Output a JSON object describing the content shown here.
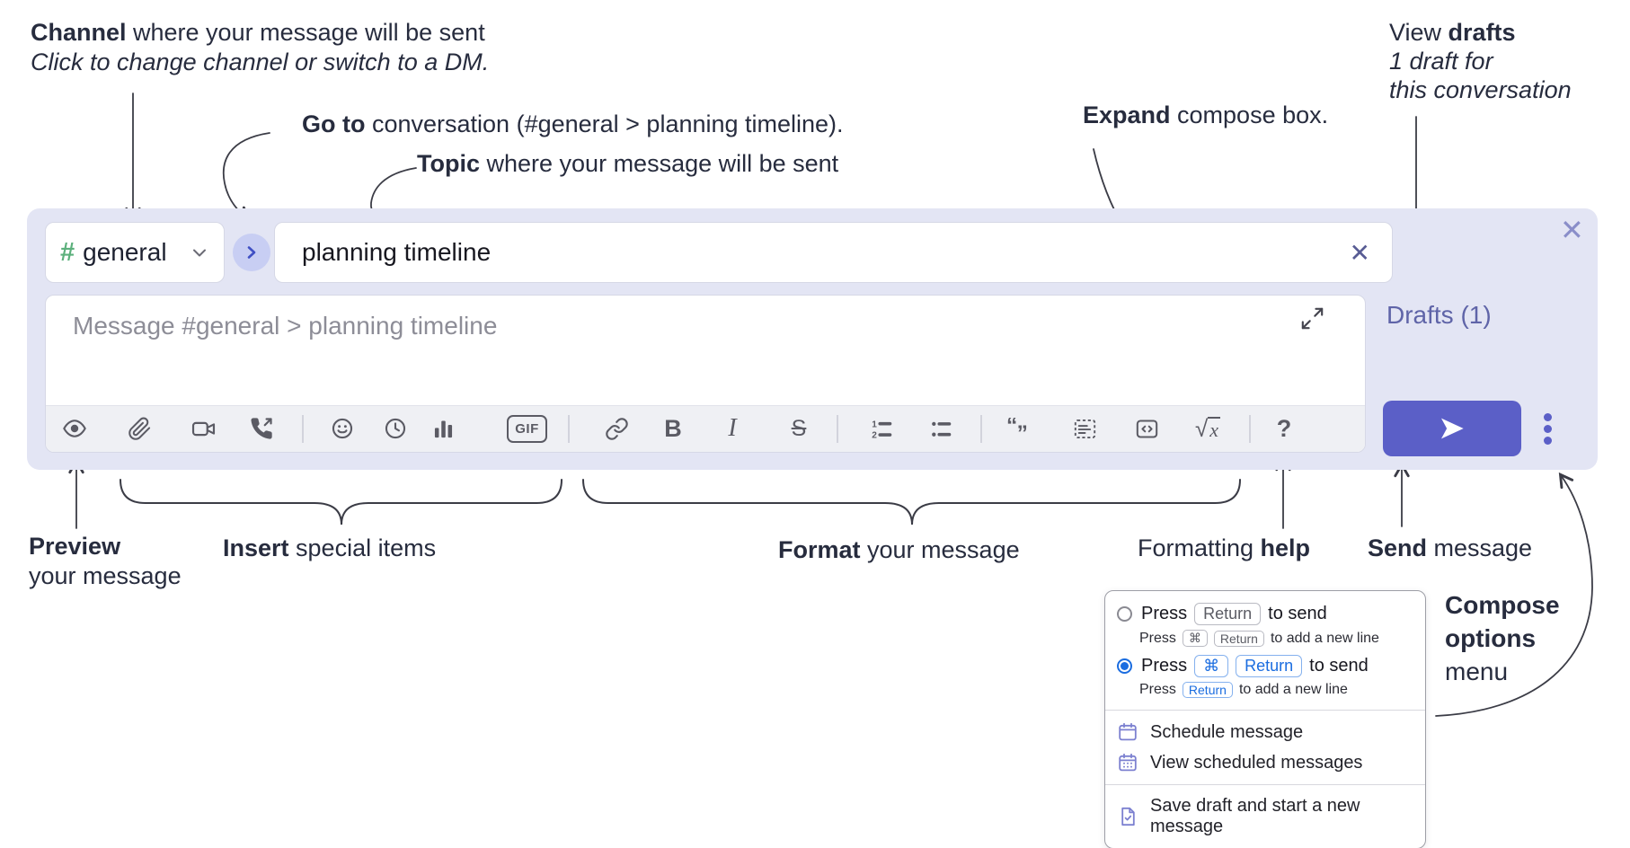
{
  "annotations": {
    "channel": {
      "bold": "Channel",
      "rest": " where your message will be sent",
      "line2": "Click to change channel or switch to a DM."
    },
    "goto": {
      "bold": "Go to",
      "rest": " conversation (#general > planning timeline)."
    },
    "topic": {
      "bold": "Topic",
      "rest": " where your message will be sent"
    },
    "expand": {
      "bold": "Expand",
      "rest": " compose box."
    },
    "view_drafts": {
      "pre": "View ",
      "bold": "drafts",
      "line2": "1 draft for",
      "line3": "this conversation"
    },
    "preview": {
      "bold": "Preview",
      "line2": "your message"
    },
    "insert": {
      "bold": "Insert",
      "rest": " special items"
    },
    "format": {
      "bold": "Format",
      "rest": " your message"
    },
    "formatting_help": {
      "pre": "Formatting ",
      "bold": "help"
    },
    "send": {
      "bold": "Send",
      "rest": " message"
    },
    "compose_options": {
      "line1": "Compose",
      "line2": "options",
      "line3": "menu"
    }
  },
  "composer": {
    "channel": {
      "hash": "#",
      "name": "general"
    },
    "topic_value": "planning timeline",
    "message_placeholder": "Message #general > planning timeline",
    "drafts_link": "Drafts (1)"
  },
  "toolbar": {
    "gif": "GIF",
    "bold": "B",
    "italic": "I",
    "strikethrough": "S",
    "formula_root": "√",
    "formula_var": "x",
    "help": "?",
    "icon_names": [
      "preview-eye",
      "attachment",
      "video",
      "audio-call",
      "emoji",
      "schedule-clock",
      "poll",
      "gif",
      "link",
      "bold",
      "italic",
      "strikethrough",
      "numbered-list",
      "bulleted-list",
      "quote",
      "code-block",
      "code-snippet",
      "formula",
      "help",
      "send",
      "more-options"
    ]
  },
  "icons": {
    "close": "✕",
    "clear": "✕"
  },
  "popup": {
    "option1": {
      "press": "Press",
      "key_return": "Return",
      "suffix": "to send",
      "sub_press": "Press",
      "sub_key_cmd": "⌘",
      "sub_key_return": "Return",
      "sub_suffix": "to add a new line"
    },
    "option2": {
      "press": "Press",
      "key_cmd": "⌘",
      "key_return": "Return",
      "suffix": "to send",
      "sub_press": "Press",
      "sub_key_return": "Return",
      "sub_suffix": "to add a new line"
    },
    "items": [
      {
        "label": "Schedule message"
      },
      {
        "label": "View scheduled messages"
      },
      {
        "label": "Save draft and start a new message"
      }
    ]
  },
  "colors": {
    "accent": "#5b5fc7",
    "drafts_link": "#5f64a8",
    "selected_radio": "#1b6de0",
    "hash_green": "#5cb07c",
    "composer_bg": "#e3e5f4"
  }
}
